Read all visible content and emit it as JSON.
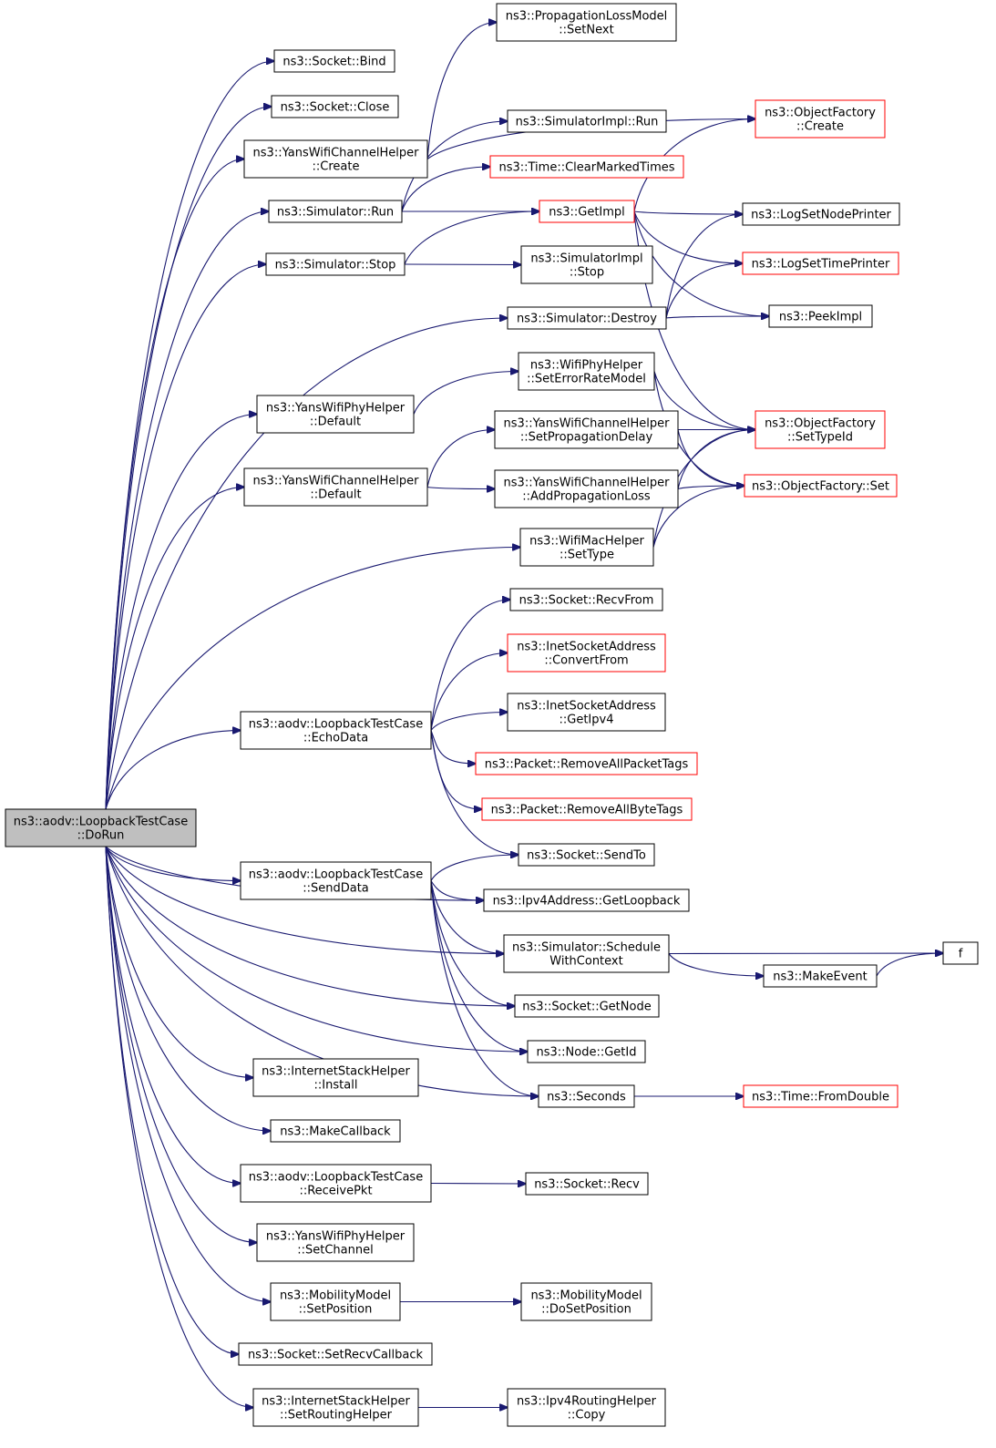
{
  "colors": {
    "edge": "#191970",
    "box_border": "#000000",
    "box_border_undocumented": "#ff0000",
    "root_fill": "#bfbfbf",
    "box_fill": "#ffffff"
  },
  "nodes": [
    {
      "id": "root",
      "lines": [
        "ns3::aodv::LoopbackTestCase",
        "::DoRun"
      ],
      "style": "root"
    },
    {
      "id": "bind",
      "lines": [
        "ns3::Socket::Bind"
      ],
      "style": "normal"
    },
    {
      "id": "close",
      "lines": [
        "ns3::Socket::Close"
      ],
      "style": "normal"
    },
    {
      "id": "ychCreate",
      "lines": [
        "ns3::YansWifiChannelHelper",
        "::Create"
      ],
      "style": "normal"
    },
    {
      "id": "simRun",
      "lines": [
        "ns3::Simulator::Run"
      ],
      "style": "normal"
    },
    {
      "id": "simStop",
      "lines": [
        "ns3::Simulator::Stop"
      ],
      "style": "normal"
    },
    {
      "id": "ywphDefault",
      "lines": [
        "ns3::YansWifiPhyHelper",
        "::Default"
      ],
      "style": "normal"
    },
    {
      "id": "ychDefault",
      "lines": [
        "ns3::YansWifiChannelHelper",
        "::Default"
      ],
      "style": "normal"
    },
    {
      "id": "echoData",
      "lines": [
        "ns3::aodv::LoopbackTestCase",
        "::EchoData"
      ],
      "style": "normal"
    },
    {
      "id": "sendData",
      "lines": [
        "ns3::aodv::LoopbackTestCase",
        "::SendData"
      ],
      "style": "normal"
    },
    {
      "id": "ishInstall",
      "lines": [
        "ns3::InternetStackHelper",
        "::Install"
      ],
      "style": "normal"
    },
    {
      "id": "makeCallback",
      "lines": [
        "ns3::MakeCallback"
      ],
      "style": "normal"
    },
    {
      "id": "receivePkt",
      "lines": [
        "ns3::aodv::LoopbackTestCase",
        "::ReceivePkt"
      ],
      "style": "normal"
    },
    {
      "id": "ywphSetChannel",
      "lines": [
        "ns3::YansWifiPhyHelper",
        "::SetChannel"
      ],
      "style": "normal"
    },
    {
      "id": "mmSetPosition",
      "lines": [
        "ns3::MobilityModel",
        "::SetPosition"
      ],
      "style": "normal"
    },
    {
      "id": "setRecvCallback",
      "lines": [
        "ns3::Socket::SetRecvCallback"
      ],
      "style": "normal"
    },
    {
      "id": "ishSetRouting",
      "lines": [
        "ns3::InternetStackHelper",
        "::SetRoutingHelper"
      ],
      "style": "normal"
    },
    {
      "id": "plmSetNext",
      "lines": [
        "ns3::PropagationLossModel",
        "::SetNext"
      ],
      "style": "normal"
    },
    {
      "id": "simImplRun",
      "lines": [
        "ns3::SimulatorImpl::Run"
      ],
      "style": "normal"
    },
    {
      "id": "clearMarked",
      "lines": [
        "ns3::Time::ClearMarkedTimes"
      ],
      "style": "red"
    },
    {
      "id": "getImpl",
      "lines": [
        "ns3::GetImpl"
      ],
      "style": "red"
    },
    {
      "id": "simImplStop",
      "lines": [
        "ns3::SimulatorImpl",
        "::Stop"
      ],
      "style": "normal"
    },
    {
      "id": "simDestroy",
      "lines": [
        "ns3::Simulator::Destroy"
      ],
      "style": "normal"
    },
    {
      "id": "wphSetError",
      "lines": [
        "ns3::WifiPhyHelper",
        "::SetErrorRateModel"
      ],
      "style": "normal"
    },
    {
      "id": "ychSetPropDelay",
      "lines": [
        "ns3::YansWifiChannelHelper",
        "::SetPropagationDelay"
      ],
      "style": "normal"
    },
    {
      "id": "ychAddPropLoss",
      "lines": [
        "ns3::YansWifiChannelHelper",
        "::AddPropagationLoss"
      ],
      "style": "normal"
    },
    {
      "id": "wmhSetType",
      "lines": [
        "ns3::WifiMacHelper",
        "::SetType"
      ],
      "style": "normal"
    },
    {
      "id": "recvFrom",
      "lines": [
        "ns3::Socket::RecvFrom"
      ],
      "style": "normal"
    },
    {
      "id": "convertFrom",
      "lines": [
        "ns3::InetSocketAddress",
        "::ConvertFrom"
      ],
      "style": "red"
    },
    {
      "id": "getIpv4",
      "lines": [
        "ns3::InetSocketAddress",
        "::GetIpv4"
      ],
      "style": "normal"
    },
    {
      "id": "removePacketTags",
      "lines": [
        "ns3::Packet::RemoveAllPacketTags"
      ],
      "style": "red"
    },
    {
      "id": "removeByteTags",
      "lines": [
        "ns3::Packet::RemoveAllByteTags"
      ],
      "style": "red"
    },
    {
      "id": "sendTo",
      "lines": [
        "ns3::Socket::SendTo"
      ],
      "style": "normal"
    },
    {
      "id": "getLoopback",
      "lines": [
        "ns3::Ipv4Address::GetLoopback"
      ],
      "style": "normal"
    },
    {
      "id": "scheduleWC",
      "lines": [
        "ns3::Simulator::Schedule",
        "WithContext"
      ],
      "style": "normal"
    },
    {
      "id": "getNode",
      "lines": [
        "ns3::Socket::GetNode"
      ],
      "style": "normal"
    },
    {
      "id": "nodeGetId",
      "lines": [
        "ns3::Node::GetId"
      ],
      "style": "normal"
    },
    {
      "id": "seconds",
      "lines": [
        "ns3::Seconds"
      ],
      "style": "normal"
    },
    {
      "id": "socketRecv",
      "lines": [
        "ns3::Socket::Recv"
      ],
      "style": "normal"
    },
    {
      "id": "mmDoSetPosition",
      "lines": [
        "ns3::MobilityModel",
        "::DoSetPosition"
      ],
      "style": "normal"
    },
    {
      "id": "irhCopy",
      "lines": [
        "ns3::Ipv4RoutingHelper",
        "::Copy"
      ],
      "style": "normal"
    },
    {
      "id": "ofCreate",
      "lines": [
        "ns3::ObjectFactory",
        "::Create"
      ],
      "style": "red"
    },
    {
      "id": "logSetNodePrinter",
      "lines": [
        "ns3::LogSetNodePrinter"
      ],
      "style": "normal"
    },
    {
      "id": "logSetTimePrinter",
      "lines": [
        "ns3::LogSetTimePrinter"
      ],
      "style": "red"
    },
    {
      "id": "peekImpl",
      "lines": [
        "ns3::PeekImpl"
      ],
      "style": "normal"
    },
    {
      "id": "ofSetTypeId",
      "lines": [
        "ns3::ObjectFactory",
        "::SetTypeId"
      ],
      "style": "red"
    },
    {
      "id": "ofSet",
      "lines": [
        "ns3::ObjectFactory::Set"
      ],
      "style": "red"
    },
    {
      "id": "makeEvent",
      "lines": [
        "ns3::MakeEvent"
      ],
      "style": "normal"
    },
    {
      "id": "fromDouble",
      "lines": [
        "ns3::Time::FromDouble"
      ],
      "style": "red"
    },
    {
      "id": "f",
      "lines": [
        "f"
      ],
      "style": "normal"
    }
  ],
  "edges": [
    {
      "from": "root",
      "to": "bind"
    },
    {
      "from": "root",
      "to": "close"
    },
    {
      "from": "root",
      "to": "ychCreate"
    },
    {
      "from": "root",
      "to": "simRun"
    },
    {
      "from": "root",
      "to": "simStop"
    },
    {
      "from": "root",
      "to": "simDestroy"
    },
    {
      "from": "root",
      "to": "ywphDefault"
    },
    {
      "from": "root",
      "to": "ychDefault"
    },
    {
      "from": "root",
      "to": "wmhSetType"
    },
    {
      "from": "root",
      "to": "echoData"
    },
    {
      "from": "root",
      "to": "sendData"
    },
    {
      "from": "root",
      "to": "getLoopback"
    },
    {
      "from": "root",
      "to": "scheduleWC"
    },
    {
      "from": "root",
      "to": "getNode"
    },
    {
      "from": "root",
      "to": "nodeGetId"
    },
    {
      "from": "root",
      "to": "seconds"
    },
    {
      "from": "root",
      "to": "ishInstall"
    },
    {
      "from": "root",
      "to": "makeCallback"
    },
    {
      "from": "root",
      "to": "receivePkt"
    },
    {
      "from": "root",
      "to": "ywphSetChannel"
    },
    {
      "from": "root",
      "to": "mmSetPosition"
    },
    {
      "from": "root",
      "to": "setRecvCallback"
    },
    {
      "from": "root",
      "to": "ishSetRouting"
    },
    {
      "from": "ychCreate",
      "to": "plmSetNext"
    },
    {
      "from": "ychCreate",
      "to": "ofCreate"
    },
    {
      "from": "simRun",
      "to": "simImplRun"
    },
    {
      "from": "simRun",
      "to": "clearMarked"
    },
    {
      "from": "simRun",
      "to": "getImpl"
    },
    {
      "from": "simStop",
      "to": "getImpl"
    },
    {
      "from": "simStop",
      "to": "simImplStop"
    },
    {
      "from": "simDestroy",
      "to": "logSetNodePrinter"
    },
    {
      "from": "simDestroy",
      "to": "logSetTimePrinter"
    },
    {
      "from": "simDestroy",
      "to": "peekImpl"
    },
    {
      "from": "getImpl",
      "to": "ofCreate"
    },
    {
      "from": "getImpl",
      "to": "logSetNodePrinter"
    },
    {
      "from": "getImpl",
      "to": "logSetTimePrinter"
    },
    {
      "from": "getImpl",
      "to": "peekImpl"
    },
    {
      "from": "getImpl",
      "to": "ofSetTypeId"
    },
    {
      "from": "ywphDefault",
      "to": "wphSetError"
    },
    {
      "from": "ychDefault",
      "to": "ychSetPropDelay"
    },
    {
      "from": "ychDefault",
      "to": "ychAddPropLoss"
    },
    {
      "from": "wphSetError",
      "to": "ofSetTypeId"
    },
    {
      "from": "wphSetError",
      "to": "ofSet"
    },
    {
      "from": "ychSetPropDelay",
      "to": "ofSetTypeId"
    },
    {
      "from": "ychSetPropDelay",
      "to": "ofSet"
    },
    {
      "from": "ychAddPropLoss",
      "to": "ofSetTypeId"
    },
    {
      "from": "ychAddPropLoss",
      "to": "ofSet"
    },
    {
      "from": "wmhSetType",
      "to": "ofSetTypeId"
    },
    {
      "from": "wmhSetType",
      "to": "ofSet"
    },
    {
      "from": "echoData",
      "to": "recvFrom"
    },
    {
      "from": "echoData",
      "to": "convertFrom"
    },
    {
      "from": "echoData",
      "to": "getIpv4"
    },
    {
      "from": "echoData",
      "to": "removePacketTags"
    },
    {
      "from": "echoData",
      "to": "removeByteTags"
    },
    {
      "from": "echoData",
      "to": "sendTo"
    },
    {
      "from": "sendData",
      "to": "sendTo"
    },
    {
      "from": "sendData",
      "to": "getLoopback"
    },
    {
      "from": "sendData",
      "to": "scheduleWC"
    },
    {
      "from": "sendData",
      "to": "getNode"
    },
    {
      "from": "sendData",
      "to": "nodeGetId"
    },
    {
      "from": "sendData",
      "to": "seconds"
    },
    {
      "from": "scheduleWC",
      "to": "makeEvent"
    },
    {
      "from": "scheduleWC",
      "to": "f"
    },
    {
      "from": "makeEvent",
      "to": "f"
    },
    {
      "from": "seconds",
      "to": "fromDouble"
    },
    {
      "from": "receivePkt",
      "to": "socketRecv"
    },
    {
      "from": "mmSetPosition",
      "to": "mmDoSetPosition"
    },
    {
      "from": "ishSetRouting",
      "to": "irhCopy"
    }
  ]
}
